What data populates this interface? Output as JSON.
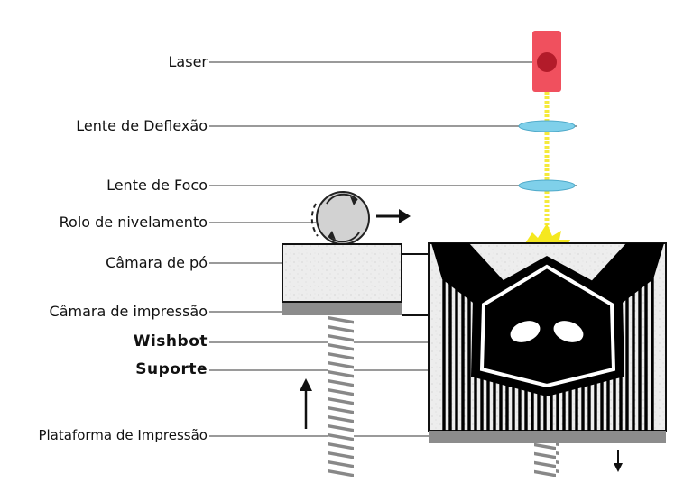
{
  "labels": {
    "laser": "Laser",
    "deflection_lens": "Lente de Deflexão",
    "focus_lens": "Lente de Foco",
    "leveling_roller": "Rolo de nivelamento",
    "powder_chamber": "Câmara de pó",
    "print_chamber": "Câmara de impressão",
    "wishbot": "Wishbot",
    "support": "Suporte",
    "print_platform": "Plataforma de Impressão"
  },
  "colors": {
    "laser_body": "#f0505e",
    "laser_dot": "#b31b2a",
    "beam": "#f5ea3a",
    "lens": "#7fd0ea",
    "leader_line": "#9a9a9a",
    "powder": "#ececec",
    "platform": "#8c8c8c",
    "part": "#000000"
  }
}
